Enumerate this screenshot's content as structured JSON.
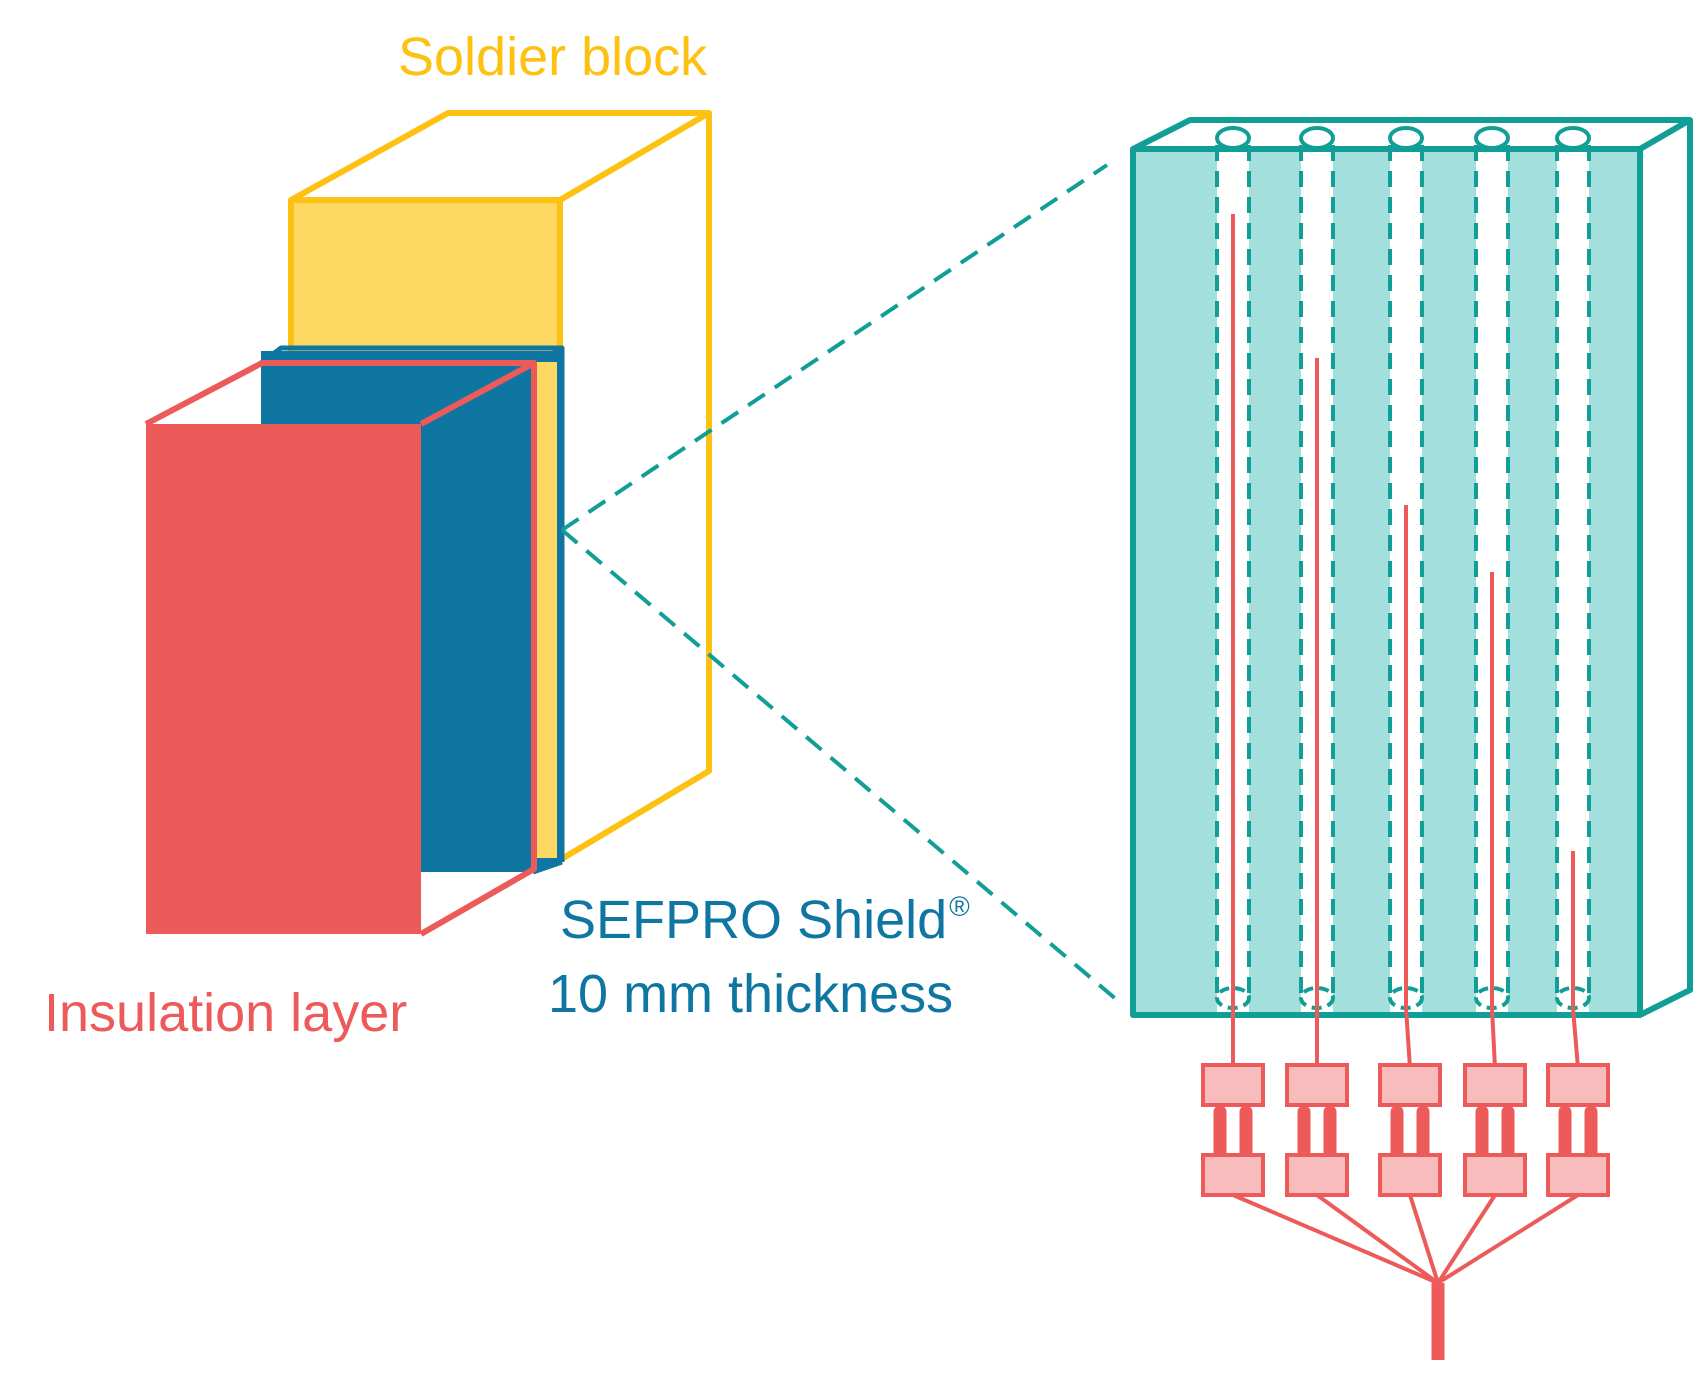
{
  "labels": {
    "soldier_block": "Soldier block",
    "insulation_layer": "Insulation layer",
    "shield_name": "SEFPRO Shield",
    "shield_mark": "®",
    "shield_thickness": "10 mm thickness"
  },
  "colors": {
    "soldier_block": "#fdc111",
    "soldier_fill": "#fdd963",
    "shield_panel": "#0e76a0",
    "insulation": "#ec5a5a",
    "teal": "#119e97",
    "teal_fill": "#a3dfdd",
    "connector_fill": "#f8bcbc"
  }
}
